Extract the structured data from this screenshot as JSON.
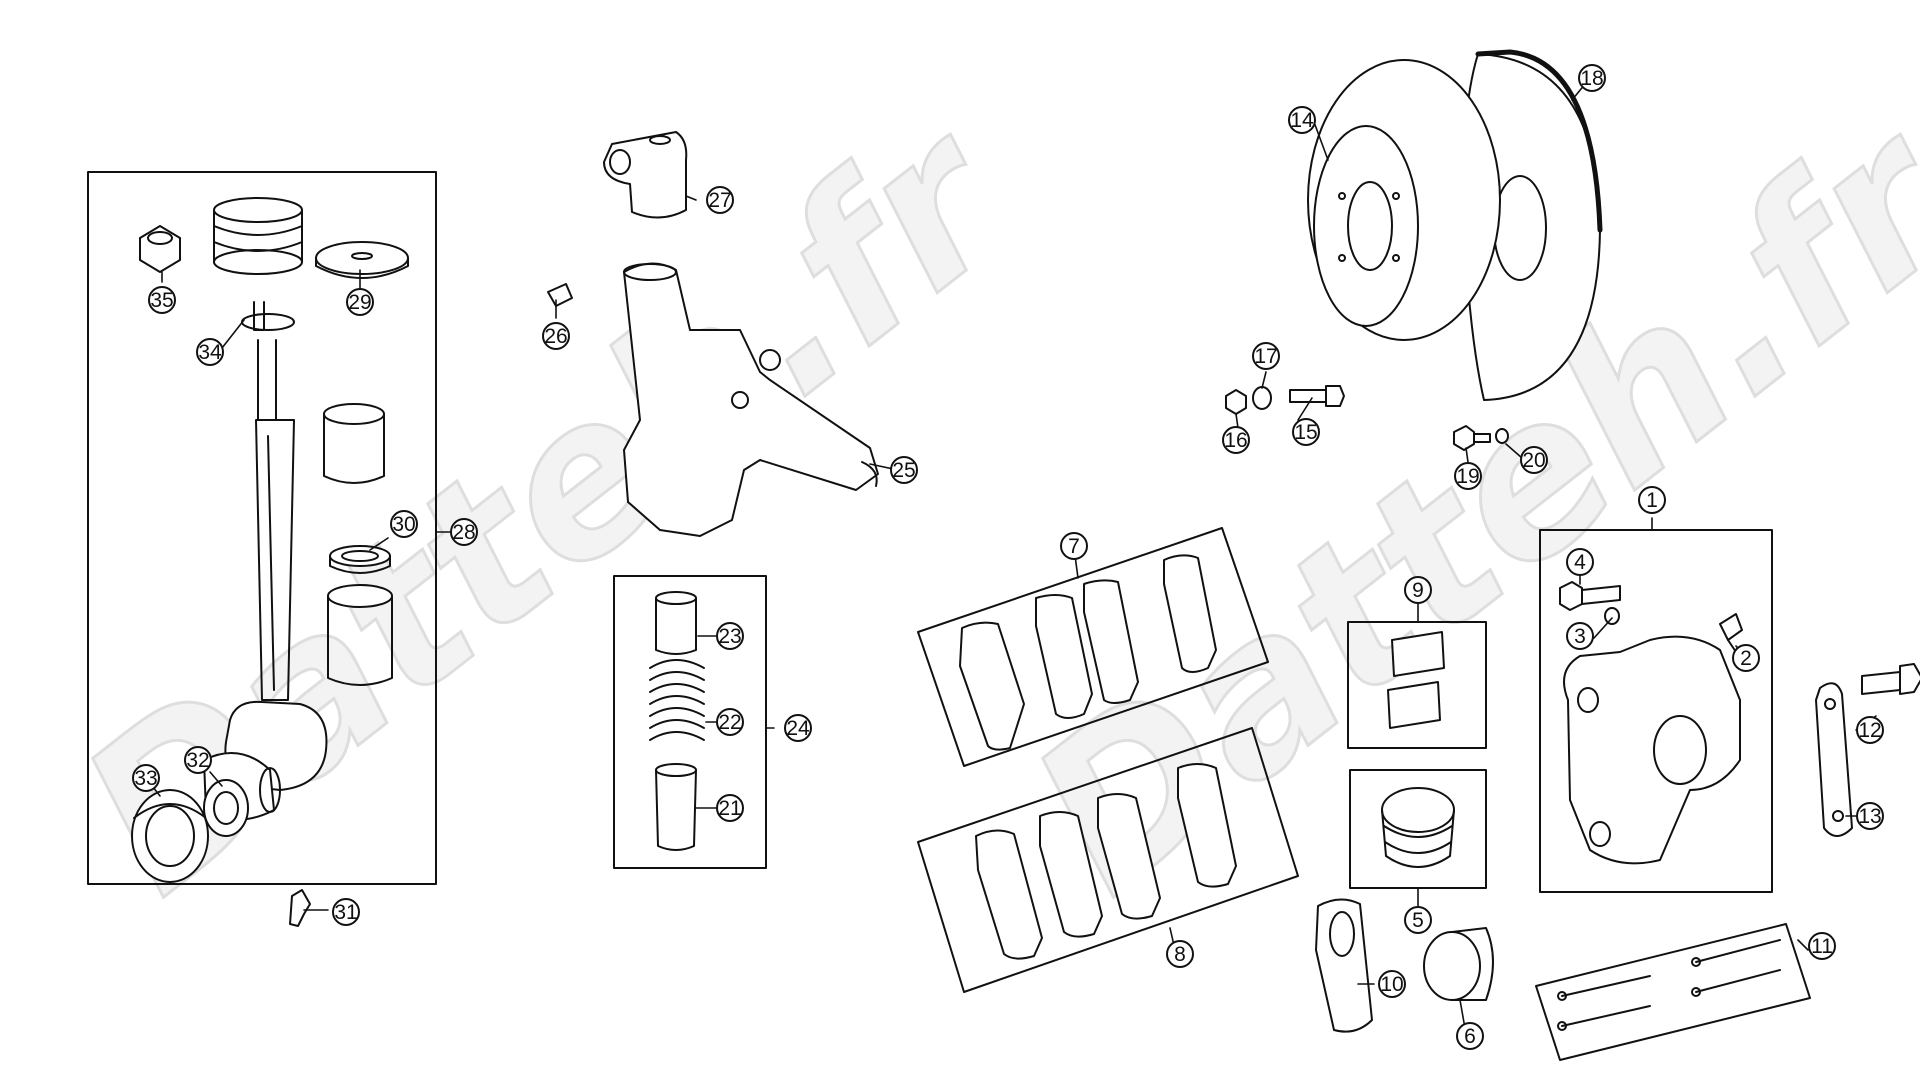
{
  "watermark": {
    "text": "Datteh.fr",
    "color": "#e4e4e4"
  },
  "callouts": [
    {
      "id": "c1",
      "label": "1"
    },
    {
      "id": "c2",
      "label": "2"
    },
    {
      "id": "c3",
      "label": "3"
    },
    {
      "id": "c4",
      "label": "4"
    },
    {
      "id": "c5",
      "label": "5"
    },
    {
      "id": "c6",
      "label": "6"
    },
    {
      "id": "c7",
      "label": "7"
    },
    {
      "id": "c8",
      "label": "8"
    },
    {
      "id": "c9",
      "label": "9"
    },
    {
      "id": "c10",
      "label": "10"
    },
    {
      "id": "c11",
      "label": "11"
    },
    {
      "id": "c12",
      "label": "12"
    },
    {
      "id": "c13",
      "label": "13"
    },
    {
      "id": "c14",
      "label": "14"
    },
    {
      "id": "c15",
      "label": "15"
    },
    {
      "id": "c16",
      "label": "16"
    },
    {
      "id": "c17",
      "label": "17"
    },
    {
      "id": "c18",
      "label": "18"
    },
    {
      "id": "c19",
      "label": "19"
    },
    {
      "id": "c20",
      "label": "20"
    },
    {
      "id": "c21",
      "label": "21"
    },
    {
      "id": "c22",
      "label": "22"
    },
    {
      "id": "c23",
      "label": "23"
    },
    {
      "id": "c24",
      "label": "24"
    },
    {
      "id": "c25",
      "label": "25"
    },
    {
      "id": "c26",
      "label": "26"
    },
    {
      "id": "c27",
      "label": "27"
    },
    {
      "id": "c28",
      "label": "28"
    },
    {
      "id": "c29",
      "label": "29"
    },
    {
      "id": "c30",
      "label": "30"
    },
    {
      "id": "c31",
      "label": "31"
    },
    {
      "id": "c32",
      "label": "32"
    },
    {
      "id": "c33",
      "label": "33"
    },
    {
      "id": "c34",
      "label": "34"
    },
    {
      "id": "c35",
      "label": "35"
    }
  ]
}
